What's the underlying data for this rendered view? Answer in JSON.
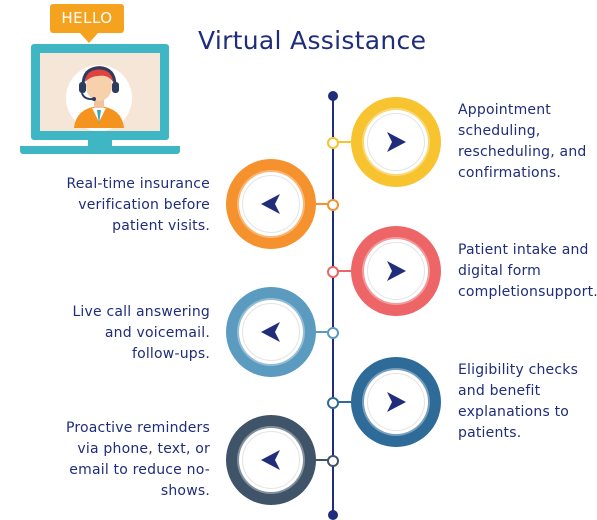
{
  "title": "Virtual Assistance",
  "illustration": {
    "bubble_text": "HELLO"
  },
  "steps": [
    {
      "text": "Appointment scheduling, rescheduling, and confirmations.",
      "color": "#f7c32e",
      "side": "right"
    },
    {
      "text": "Real-time insurance verification before patient visits.",
      "color": "#f6922e",
      "side": "left"
    },
    {
      "text": "Patient intake and digital form completionsupport.",
      "color": "#ee6567",
      "side": "right"
    },
    {
      "text": "Live call answering and voicemail. follow-ups.",
      "color": "#5b9bc0",
      "side": "left"
    },
    {
      "text": "Eligibility checks and benefit explanations to patients.",
      "color": "#2e6b98",
      "side": "right"
    },
    {
      "text": "Proactive reminders via phone, text, or email to reduce no-shows.",
      "color": "#3f5369",
      "side": "left"
    }
  ],
  "colors": {
    "title": "#1f2d7a",
    "arrow": "#1f2d7a",
    "laptop": "#3fb6c4",
    "bubble": "#f5a31f"
  },
  "icons": {
    "arrow_right": "chevron-right-arrow-icon",
    "arrow_left": "chevron-left-arrow-icon"
  }
}
